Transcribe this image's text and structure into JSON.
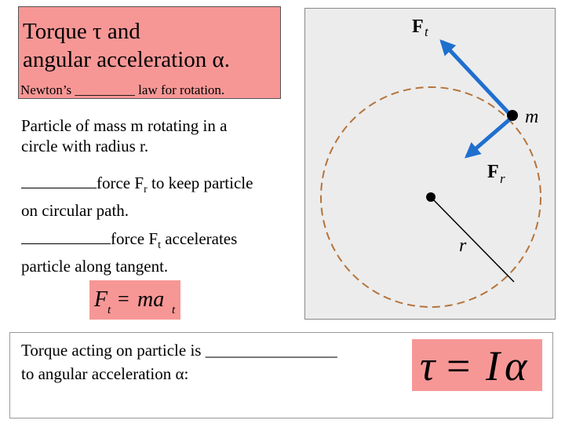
{
  "title": {
    "line1": "Torque τ and",
    "line2": "angular acceleration α.",
    "subtitle_before": "Newton’s ",
    "subtitle_blank": "_________",
    "subtitle_after": " law for rotation."
  },
  "paragraph1": {
    "line1": "Particle of mass m rotating in a",
    "line2": "circle with radius r."
  },
  "paragraph2": {
    "text": "force F",
    "subscript": "r",
    "suffix": " to keep particle",
    "line2": "on circular path."
  },
  "paragraph3": {
    "text": "force F",
    "subscript": "t",
    "suffix": " accelerates",
    "line2": "particle along tangent."
  },
  "equation1": {
    "lhs": "F",
    "lhs_sub": "t",
    "eq": "=",
    "rhs": "ma",
    "rhs_sub": "t"
  },
  "diagram": {
    "ft_label": "F",
    "ft_sub": "t",
    "fr_label": "F",
    "fr_sub": "r",
    "m_label": "m",
    "r_label": "r"
  },
  "bottom": {
    "line1_text": "Torque acting on particle is ",
    "line1_blank": "________________",
    "line2": "to angular acceleration α:"
  },
  "equation2": {
    "tau": "τ",
    "eq": "=",
    "I": "I",
    "alpha": "α"
  },
  "colors": {
    "pink": "#f69796",
    "arrow_blue": "#1f6fcf",
    "dash_orange": "#b4743c",
    "diagram_bg": "#ececec"
  }
}
